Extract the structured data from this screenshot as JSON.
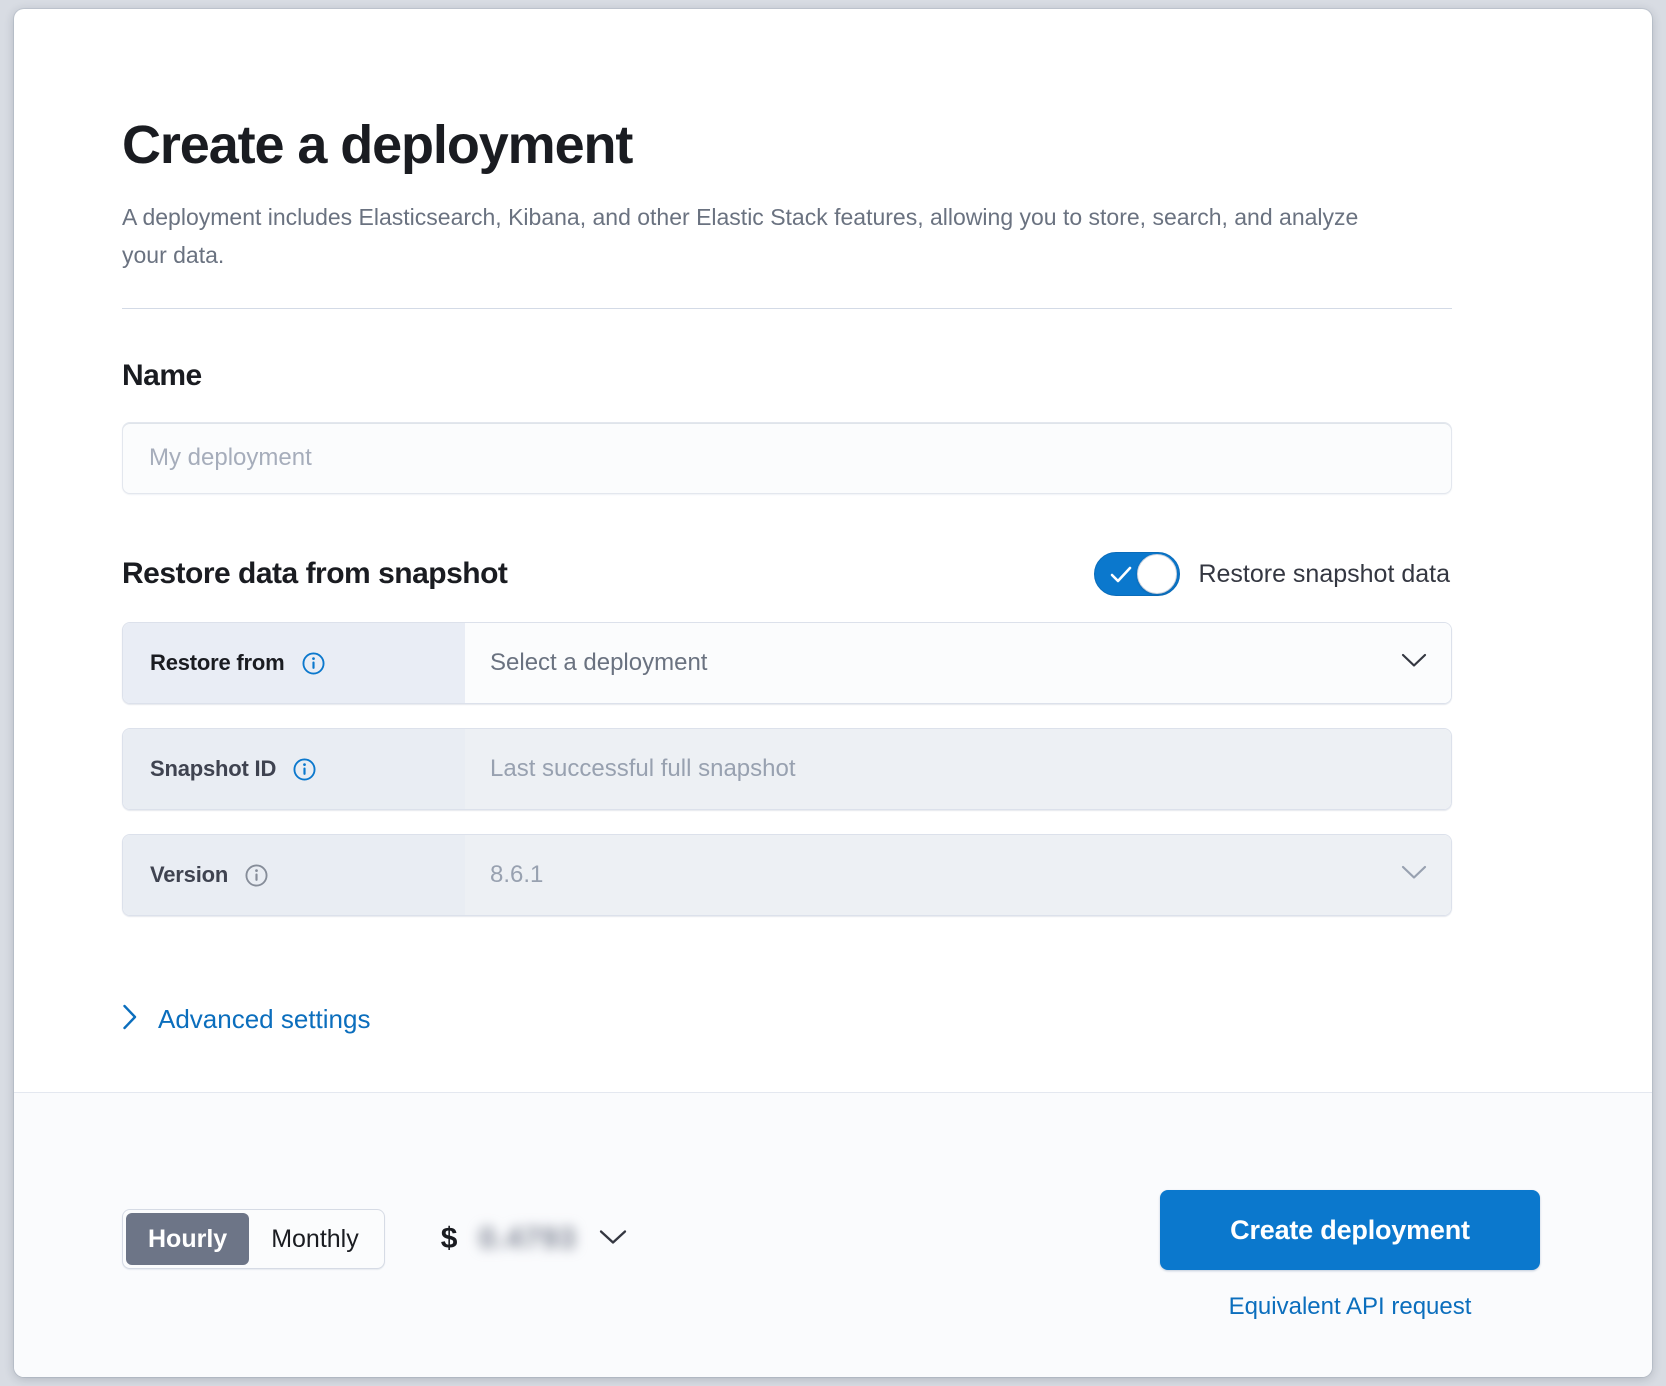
{
  "page": {
    "title": "Create a deployment",
    "description": "A deployment includes Elasticsearch, Kibana, and other Elastic Stack features, allowing you to store, search, and analyze your data."
  },
  "name_section": {
    "heading": "Name",
    "input_placeholder": "My deployment",
    "input_value": ""
  },
  "snapshot_section": {
    "heading": "Restore data from snapshot",
    "toggle_label": "Restore snapshot data",
    "toggle_on": true,
    "rows": [
      {
        "label": "Restore from",
        "value": "Select a deployment",
        "control": "dropdown",
        "disabled": false,
        "info_icon": "info-icon"
      },
      {
        "label": "Snapshot ID",
        "value": "Last successful full snapshot",
        "control": "text",
        "disabled": true,
        "info_icon": "info-icon"
      },
      {
        "label": "Version",
        "value": "8.6.1",
        "control": "dropdown",
        "disabled": true,
        "info_icon": "info-icon"
      }
    ],
    "advanced_settings_label": "Advanced settings"
  },
  "footer": {
    "billing_options": [
      "Hourly",
      "Monthly"
    ],
    "billing_selected": "Hourly",
    "price_currency": "$",
    "price_amount": "0.4793",
    "create_button_label": "Create deployment",
    "api_link_label": "Equivalent API request"
  },
  "colors": {
    "accent": "#0b78cd",
    "link": "#0b6ebd",
    "heading": "#1a1c21",
    "muted": "#6a7280",
    "segment_active": "#6d7587"
  }
}
